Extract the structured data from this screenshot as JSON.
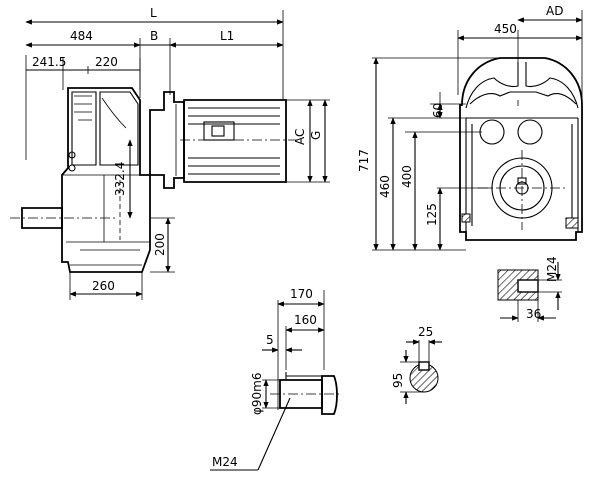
{
  "colors": {
    "ink": "#000000",
    "paper": "#ffffff"
  },
  "side_view": {
    "dims": {
      "L": "L",
      "d484": "484",
      "B": "B",
      "L1": "L1",
      "d241_5": "241.5",
      "d220": "220",
      "AC": "AC",
      "G": "G",
      "d332_4": "332.4",
      "d200": "200",
      "d260": "260"
    }
  },
  "front_view": {
    "dims": {
      "AD": "AD",
      "d450": "450",
      "d60": "60",
      "d717": "717",
      "d460": "460",
      "d400": "400",
      "d125": "125"
    }
  },
  "foot_detail": {
    "dims": {
      "M24": "M24",
      "d36": "36"
    }
  },
  "shaft_detail": {
    "dims": {
      "d170": "170",
      "d160": "160",
      "d5": "5",
      "phi90m6": "φ90m6",
      "M24": "M24"
    }
  },
  "key_section": {
    "dims": {
      "d25": "25",
      "d95": "95"
    }
  }
}
